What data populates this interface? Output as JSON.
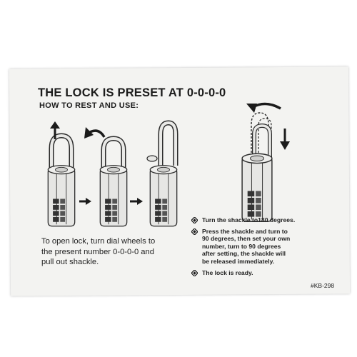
{
  "document": {
    "title": "THE LOCK IS PRESET AT 0-0-0-0",
    "subtitle": "HOW TO REST AND USE:",
    "open_instructions": [
      "To open lock, turn dial wheels to",
      "the present number 0-0-0-0 and",
      "pull out shackle."
    ],
    "steps": [
      {
        "lines": [
          "Turn the shackle to180 degrees."
        ]
      },
      {
        "lines": [
          "Press the shackle and turn to",
          "90 degrees, then set  your own",
          "number, turn to 90 degrees",
          "after setting, the shackle will",
          "be released immediately."
        ]
      },
      {
        "lines": [
          "The  lock is ready."
        ]
      }
    ],
    "model_number": "#KB-298"
  },
  "colors": {
    "paper": "#f3f3f1",
    "ink": "#1b1b1b",
    "lock_body": "#e6e6e4",
    "lock_outline": "#2a2a2a"
  },
  "icons": {
    "up_arrow": "arrow-up-icon",
    "rotate_arrow": "rotate-arrow-icon",
    "right_arrow": "arrow-right-icon",
    "down_arrow": "arrow-down-icon",
    "bullet": "diamond-bullet-icon"
  }
}
